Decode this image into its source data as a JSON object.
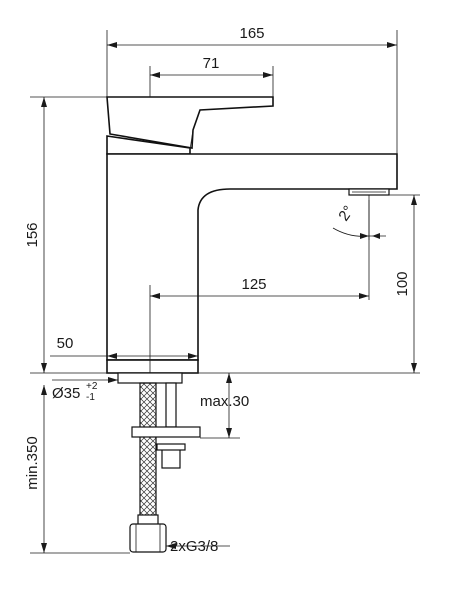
{
  "dimensions": {
    "overall_width": "165",
    "handle_length": "71",
    "overall_height": "156",
    "spout_reach": "125",
    "spout_height": "100",
    "base_width": "50",
    "hole_diameter": "Ø35",
    "hole_tol_plus": "+2",
    "hole_tol_minus": "-1",
    "max_deck": "max.30",
    "hose_length": "min.350",
    "connection": "2xG3/8",
    "swivel_angle": "2°"
  }
}
